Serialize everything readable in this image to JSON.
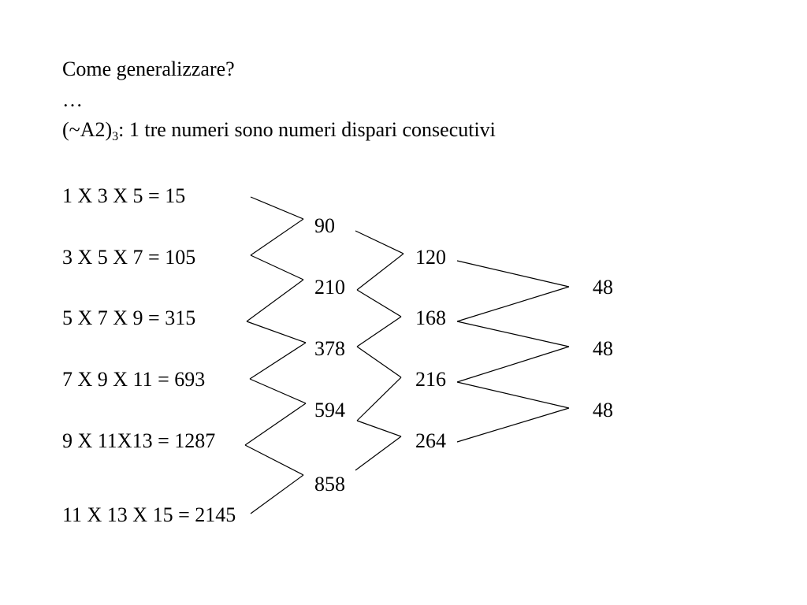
{
  "header": {
    "question": "Come generalizzare?",
    "ellipsis": "…",
    "condition_prefix": "(~A2)",
    "condition_subscript": "3",
    "condition_text": ": 1 tre numeri sono numeri dispari consecutivi"
  },
  "products": [
    "1 X 3 X 5 = 15",
    "3 X 5 X 7 = 105",
    "5 X 7 X 9 = 315",
    "7 X 9 X 11 = 693",
    "9 X 11X13 = 1287",
    "11 X 13 X 15 = 2145"
  ],
  "first_differences": [
    "90",
    "210",
    "378",
    "594",
    "858"
  ],
  "second_differences": [
    "120",
    "168",
    "216",
    "264"
  ],
  "third_differences": [
    "48",
    "48",
    "48"
  ]
}
